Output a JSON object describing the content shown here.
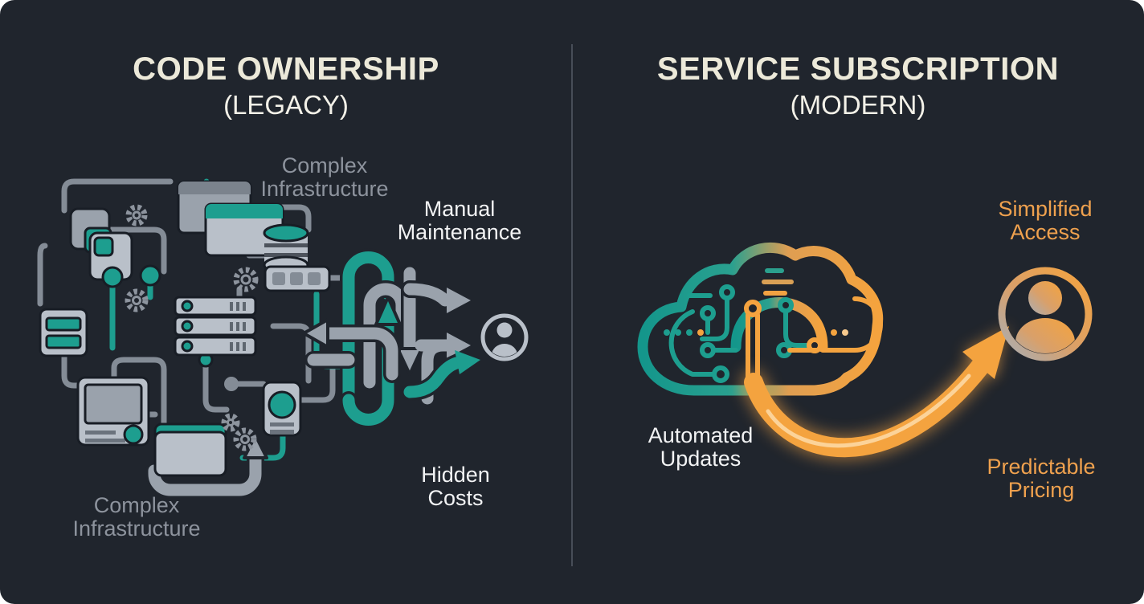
{
  "colors": {
    "bg": "#ffffff",
    "card": "#20252d",
    "teal": "#1d9e8f",
    "orange": "#f4a33f",
    "gray": "#b9c0c9",
    "gray2": "#9aa2ac",
    "gray3": "#848c96",
    "muted": "#8d939d",
    "whitel": "#f2f3f4",
    "title": "#ece9d9",
    "divider": "#474d57"
  },
  "left_panel": {
    "title": "CODE OWNERSHIP",
    "subtitle": "(LEGACY)",
    "labels": {
      "complex_top": {
        "line1": "Complex",
        "line2": "Infrastructure"
      },
      "manual_maintenance": {
        "line1": "Manual",
        "line2": "Maintenance"
      },
      "hidden_costs": {
        "line1": "Hidden",
        "line2": "Costs"
      },
      "complex_bottom": {
        "line1": "Complex",
        "line2": "Infrastructure"
      }
    }
  },
  "right_panel": {
    "title": "SERVICE SUBSCRIPTION",
    "subtitle": "(MODERN)",
    "labels": {
      "simplified_access": {
        "line1": "Simplified",
        "line2": "Access"
      },
      "automated_updates": {
        "line1": "Automated",
        "line2": "Updates"
      },
      "predictable_pricing": {
        "line1": "Predictable",
        "line2": "Pricing"
      }
    }
  }
}
